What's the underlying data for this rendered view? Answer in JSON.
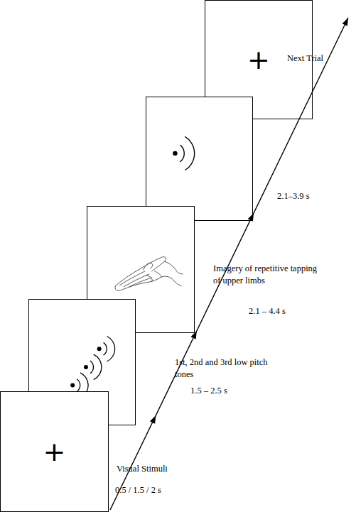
{
  "diagram": {
    "nodes": [
      {
        "text": [
          "+"
        ]
      },
      {
        "text": [
          "+"
        ]
      }
    ],
    "labels": [
      "Visual Stimuli",
      "0.5 / 1.5 / 2 s",
      "1st, 2nd and 3rd low pitch tones",
      "1.5 – 2.5 s",
      "Imagery of repetitive tapping of upper limbs",
      "2.1 – 4.4 s",
      "2.1–3.9 s",
      "Next Trial"
    ]
  }
}
